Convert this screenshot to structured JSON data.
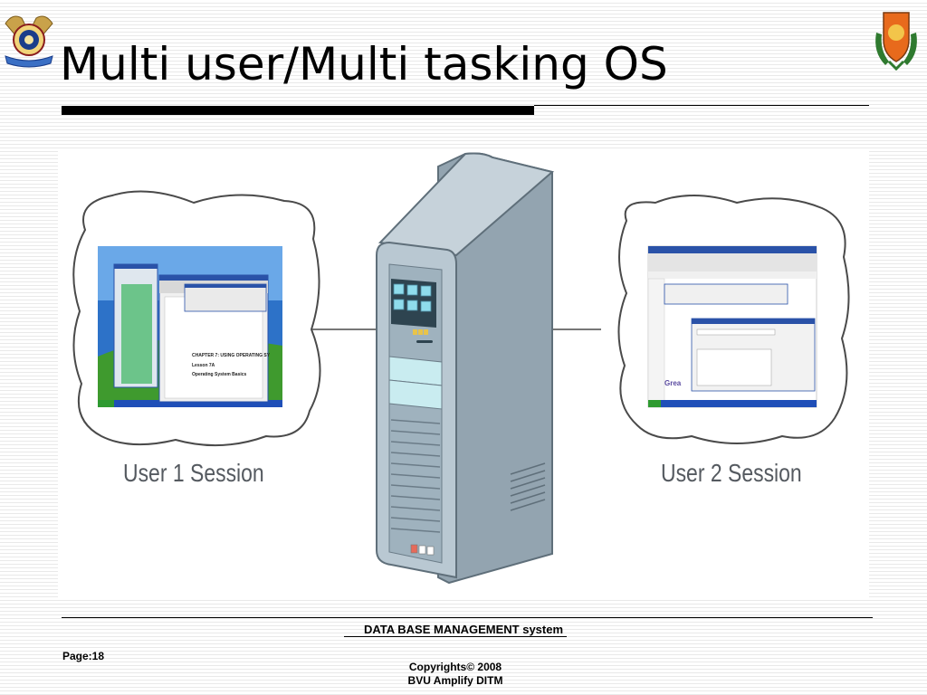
{
  "slide": {
    "title": "Multi user/Multi tasking OS",
    "page_label": "Page:18",
    "footer_title": "DATA BASE MANAGEMENT system",
    "copyright_line1": "Copyrights© 2008",
    "copyright_line2": "BVU Amplify DITM"
  },
  "figure": {
    "session_1_label": "User 1 Session",
    "session_2_label": "User 2 Session",
    "session_1_screen_text": [
      "CHAPTER 7: USING OPERATING SY",
      "Lesson 7A",
      "Operating System Basics"
    ],
    "session_2_screen_text": "Grea"
  },
  "logos": {
    "left": "university-emblem",
    "right": "institute-shield-emblem"
  },
  "colors": {
    "title_bar": "#000000",
    "server_body": "#b9c8d2",
    "server_panel": "#c9ecf0",
    "cloud_outline": "#4a4a4a",
    "desktop_sky": "#2d72c8",
    "desktop_grass": "#3f9a2e",
    "taskbar": "#1f4fb8"
  }
}
